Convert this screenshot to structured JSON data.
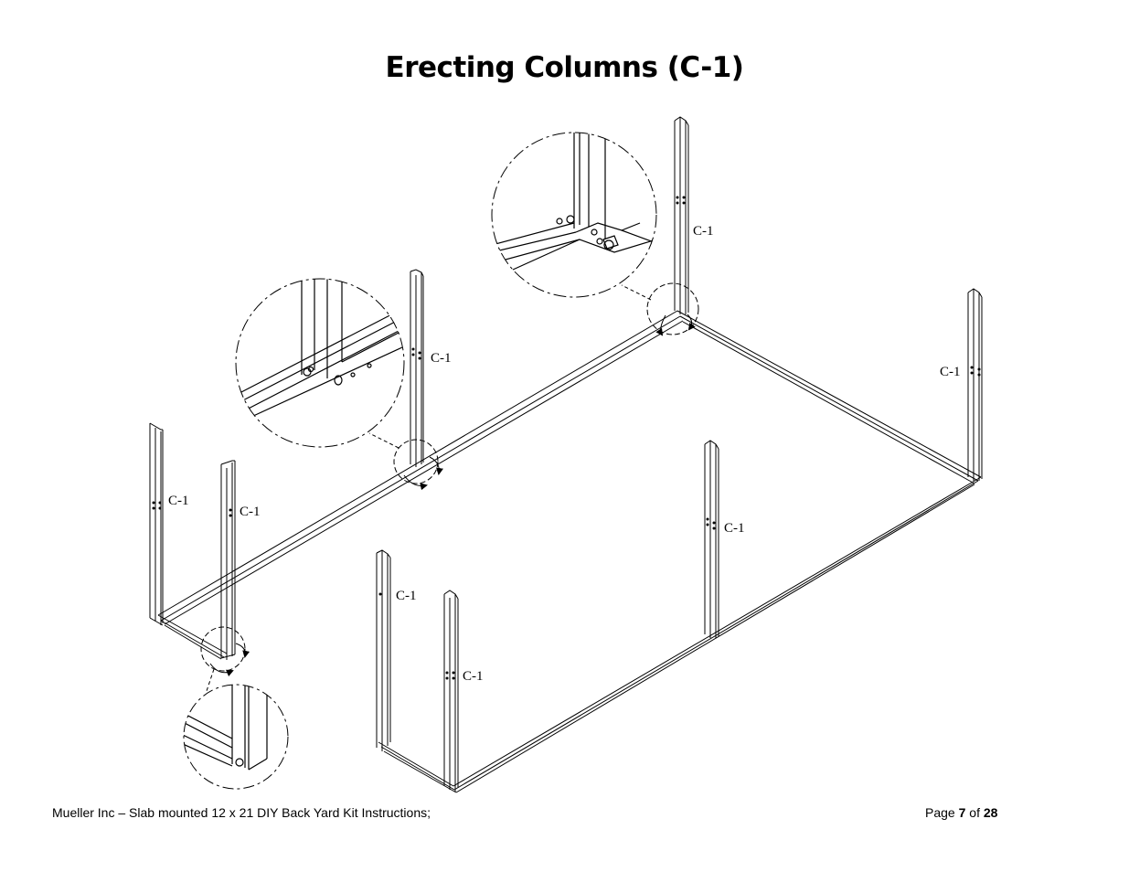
{
  "document": {
    "title": "Erecting Columns (C-1)"
  },
  "diagram": {
    "column_label": "C-1",
    "labels": [
      "C-1",
      "C-1",
      "C-1",
      "C-1",
      "C-1",
      "C-1",
      "C-1",
      "C-1"
    ]
  },
  "footer": {
    "left_text": "Mueller Inc – Slab mounted 12 x 21 DIY Back Yard Kit Instructions;",
    "page_word": "Page",
    "page_current": "7",
    "page_of": "of",
    "page_total": "28"
  }
}
